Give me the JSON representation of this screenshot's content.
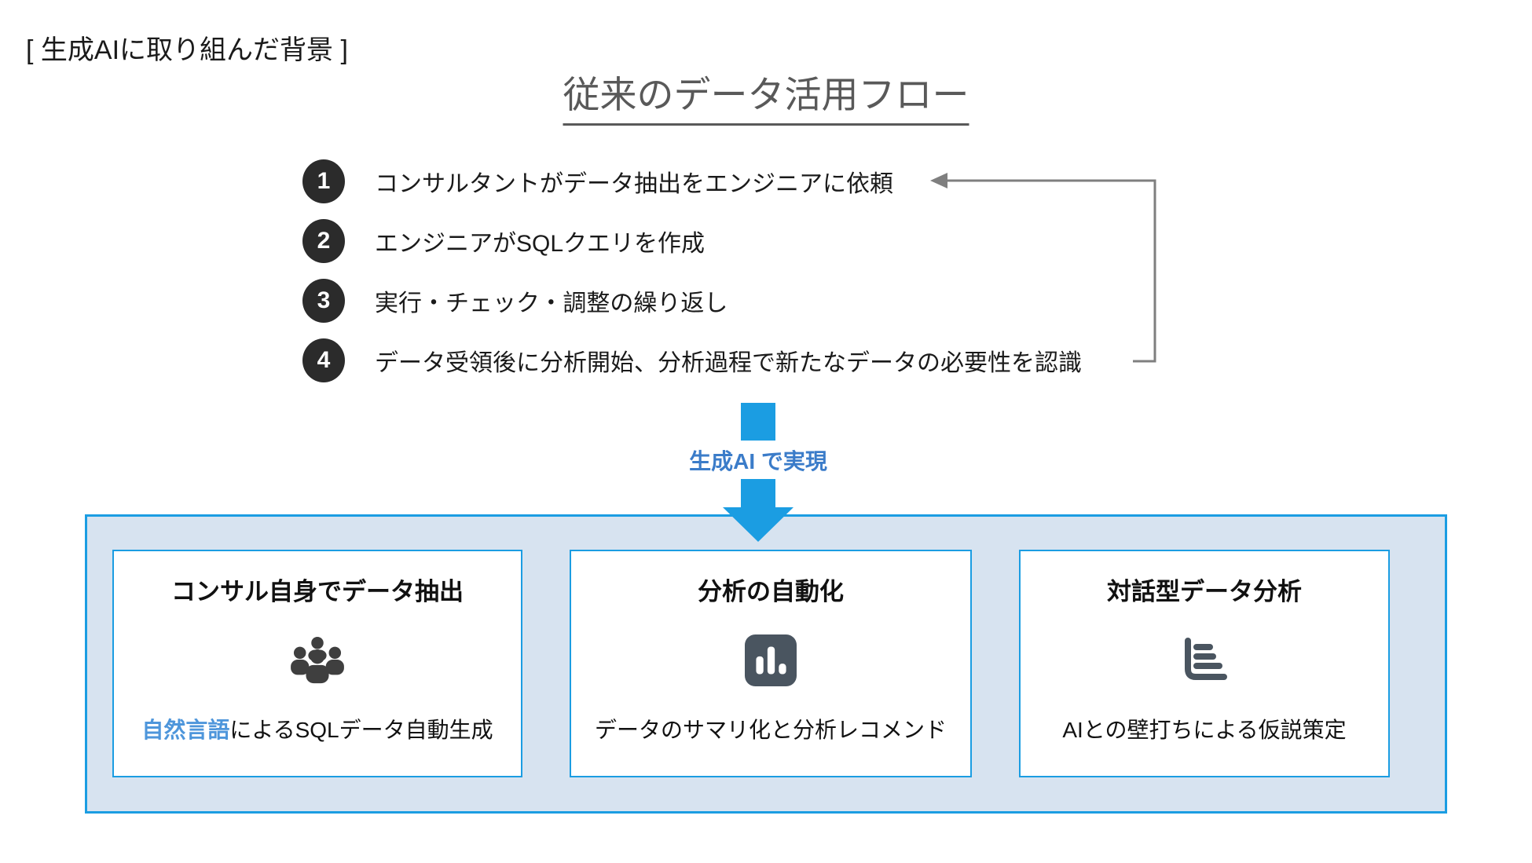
{
  "page": {
    "header_label": "[ 生成AIに取り組んだ背景 ]",
    "title": "従来のデータ活用フロー"
  },
  "flow": {
    "steps": [
      {
        "number": "1",
        "text": "コンサルタントがデータ抽出をエンジニアに依頼"
      },
      {
        "number": "2",
        "text": "エンジニアがSQLクエリを作成"
      },
      {
        "number": "3",
        "text": "実行・チェック・調整の繰り返し"
      },
      {
        "number": "4",
        "text": "データ受領後に分析開始、分析過程で新たなデータの必要性を認識"
      }
    ],
    "loop_arrow_icon": "feedback-loop-arrow"
  },
  "transition": {
    "label": "生成AI で実現",
    "arrow_icon": "big-down-arrow"
  },
  "solutions": {
    "cards": [
      {
        "title": "コンサル自身でデータ抽出",
        "icon": "people-group-icon",
        "caption_highlight": "自然言語",
        "caption_rest": "によるSQLデータ自動生成"
      },
      {
        "title": "分析の自動化",
        "icon": "bar-chart-icon",
        "caption": "データのサマリ化と分析レコメンド"
      },
      {
        "title": "対話型データ分析",
        "icon": "horizontal-bar-chart-icon",
        "caption": "AIとの壁打ちによる仮説策定"
      }
    ]
  },
  "colors": {
    "accent_blue": "#1b9de2",
    "label_blue": "#3b7cc9",
    "highlight_blue": "#4e96db",
    "panel_fill": "#d7e3f0",
    "step_circle": "#2b2b2b",
    "title_gray": "#595959",
    "loop_arrow_gray": "#7f7f7f",
    "icon_slate": "#4a5560"
  }
}
